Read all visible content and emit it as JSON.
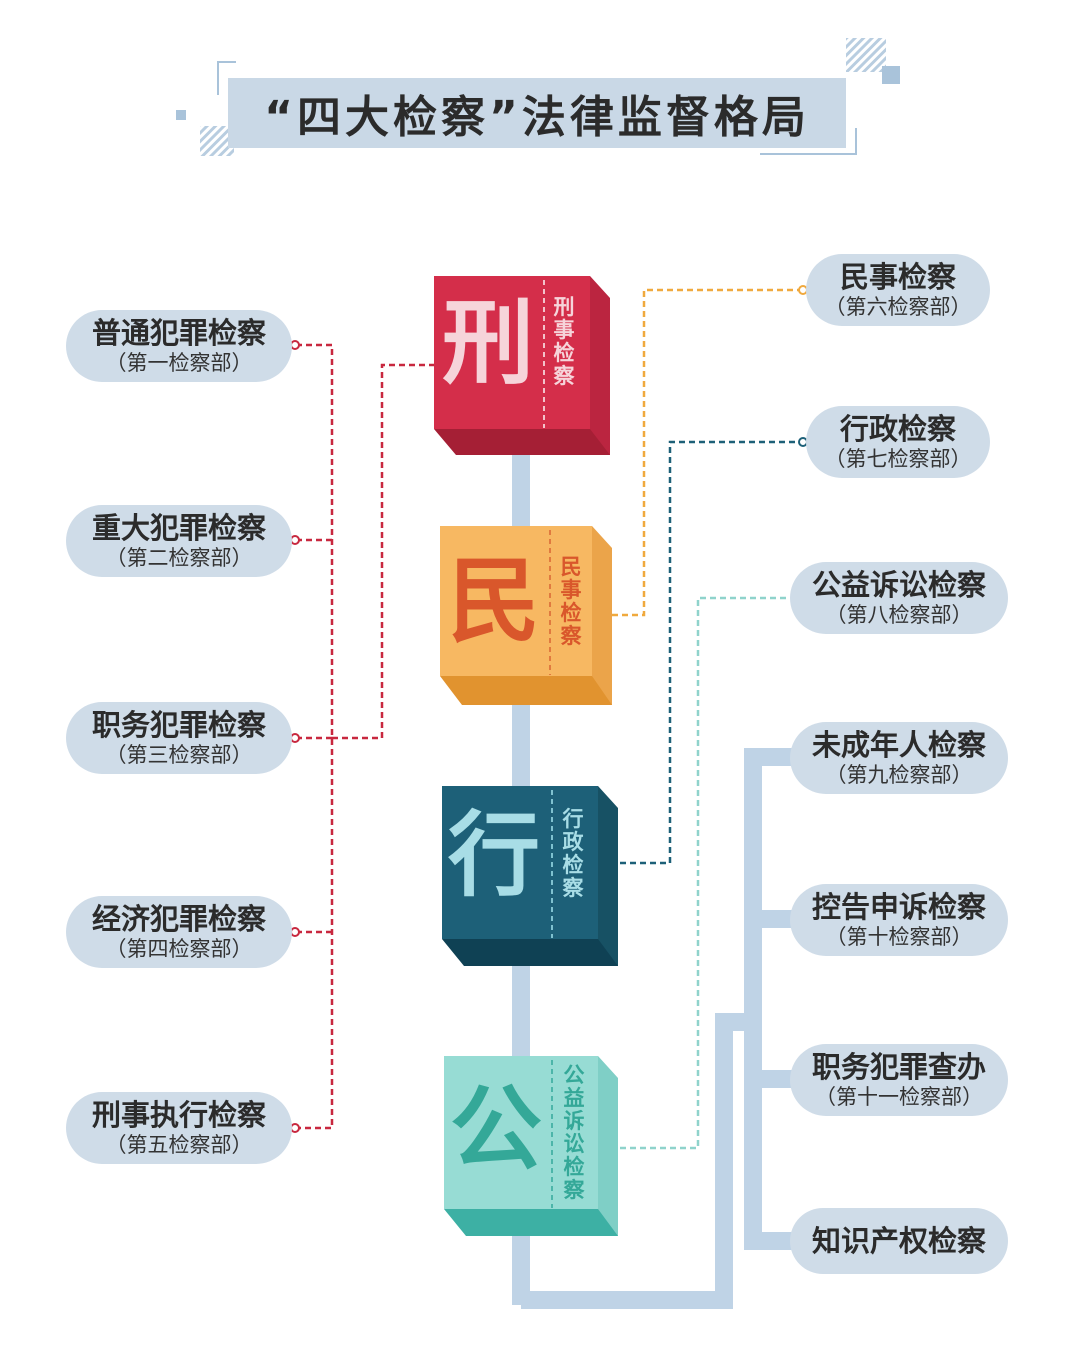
{
  "title": "“四大检察”法律监督格局",
  "blocks": [
    {
      "char": "刑",
      "label": "刑事检察",
      "color": "#d42e4a",
      "dark": "#a51f35",
      "side": "#bb2540",
      "text_color": "#f6d4da",
      "label_color": "#f6d4da"
    },
    {
      "char": "民",
      "label": "民事检察",
      "color": "#f7b862",
      "dark": "#e1932f",
      "side": "#eba44a",
      "text_color": "#d9572b",
      "label_color": "#d9572b"
    },
    {
      "char": "行",
      "label": "行政检察",
      "color": "#1d6078",
      "dark": "#0f4154",
      "side": "#175164",
      "text_color": "#a8dde6",
      "label_color": "#a8dde6"
    },
    {
      "char": "公",
      "label": "公益诉讼检察",
      "color": "#97dcd4",
      "dark": "#3db0a4",
      "side": "#7fcfc6",
      "text_color": "#34a898",
      "label_color": "#34a898"
    }
  ],
  "left_items": [
    {
      "main": "普通犯罪检察",
      "sub": "（第一检察部）"
    },
    {
      "main": "重大犯罪检察",
      "sub": "（第二检察部）"
    },
    {
      "main": "职务犯罪检察",
      "sub": "（第三检察部）"
    },
    {
      "main": "经济犯罪检察",
      "sub": "（第四检察部）"
    },
    {
      "main": "刑事执行检察",
      "sub": "（第五检察部）"
    }
  ],
  "right_items": [
    {
      "main": "民事检察",
      "sub": "（第六检察部）"
    },
    {
      "main": "行政检察",
      "sub": "（第七检察部）"
    },
    {
      "main": "公益诉讼检察",
      "sub": "（第八检察部）"
    },
    {
      "main": "未成年人检察",
      "sub": "（第九检察部）"
    },
    {
      "main": "控告申诉检察",
      "sub": "（第十检察部）"
    },
    {
      "main": "职务犯罪查办",
      "sub": "（第十一检察部）"
    },
    {
      "main": "知识产权检察",
      "sub": ""
    }
  ],
  "colors": {
    "pill_bg": "#cfdce8",
    "trunk": "#bfd3e6",
    "line_red": "#c8283f",
    "line_orange": "#f0a93e",
    "line_teal": "#1d6078",
    "line_mint": "#8fd3cc"
  }
}
